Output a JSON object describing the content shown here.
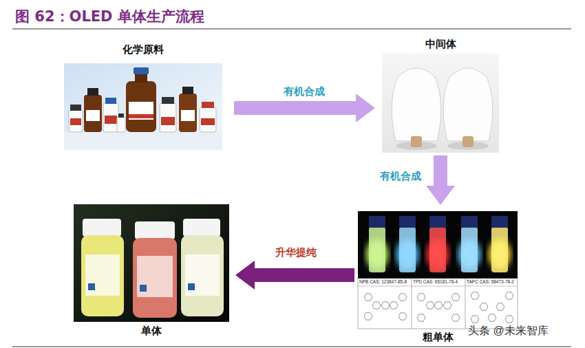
{
  "diagram": {
    "title": "图 62：OLED 单体生产流程",
    "nodes": [
      {
        "text": [
          "化学原料"
        ]
      },
      {
        "text": [
          "中间体"
        ]
      },
      {
        "text": [
          "粗单体"
        ]
      },
      {
        "text": [
          "单体"
        ]
      }
    ],
    "edges": [
      {
        "from": 0,
        "to": 1,
        "label": "有机合成",
        "arrow": "to"
      },
      {
        "from": 1,
        "to": 2,
        "label": "有机合成",
        "arrow": "to"
      },
      {
        "from": 2,
        "to": 3,
        "label": "升华提纯",
        "arrow": "to"
      }
    ],
    "labels": [
      "NPB CAS: 123847-85-8",
      "TPD CAS: 65181-78-4",
      "TAPC CAS: 58473-78-2",
      "头条 @未来智库"
    ]
  }
}
